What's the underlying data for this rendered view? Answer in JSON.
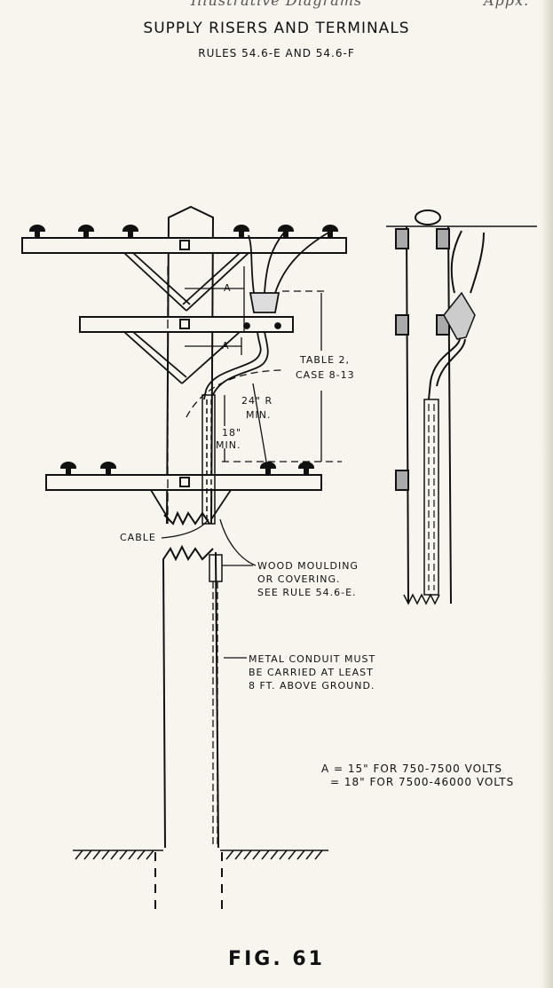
{
  "running_header": {
    "center": "Illustrative Diagrams",
    "right": "Appx."
  },
  "title": "SUPPLY RISERS AND TERMINALS",
  "subtitle": "RULES 54.6-E AND 54.6-F",
  "labels": {
    "clearance_a_upper": "A",
    "clearance_a_lower": "A",
    "table_ref_1": "TABLE 2,",
    "table_ref_2": "CASE 8-13",
    "radius_1": "24\" R",
    "radius_2": "MIN.",
    "height_1": "18\"",
    "height_2": "MIN.",
    "cable": "CABLE",
    "moulding_1": "WOOD MOULDING",
    "moulding_2": "OR COVERING.",
    "moulding_3": "SEE RULE 54.6-E.",
    "conduit_1": "METAL CONDUIT MUST",
    "conduit_2": "BE CARRIED AT LEAST",
    "conduit_3": "8 FT. ABOVE GROUND.",
    "note_1": "A = 15\" FOR 750-7500 VOLTS",
    "note_2": "= 18\" FOR 7500-46000 VOLTS"
  },
  "figure_label": "FIG. 61"
}
